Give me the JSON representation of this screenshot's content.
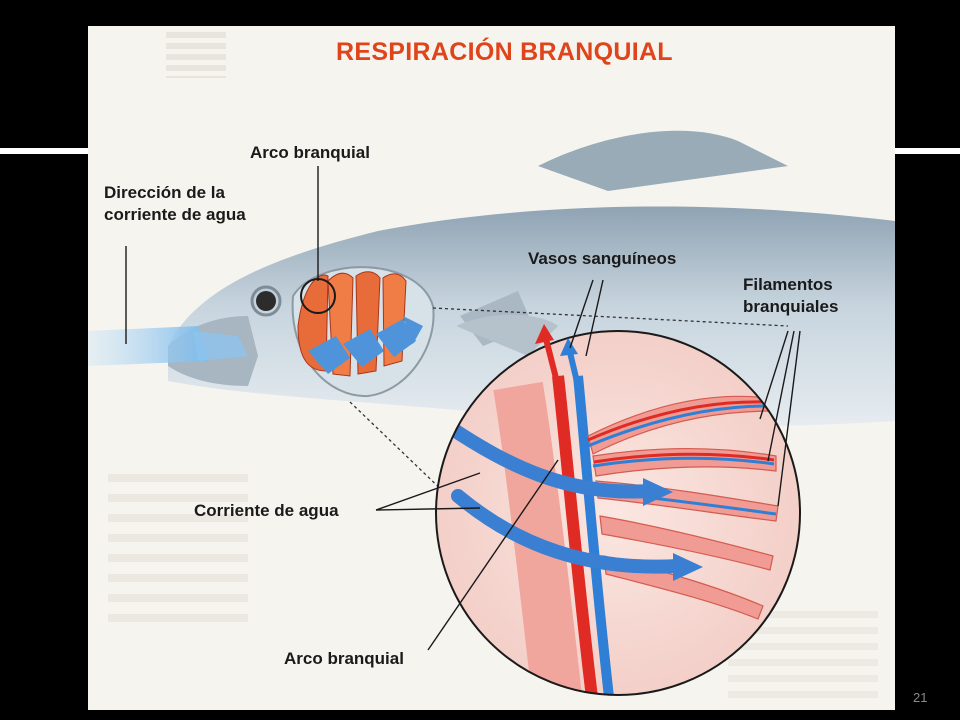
{
  "diagram": {
    "title": "RESPIRACIÓN BRANQUIAL",
    "labels": {
      "water_direction": [
        "Dirección de la",
        "corriente de agua"
      ],
      "gill_arch_top": "Arco branquial",
      "blood_vessels": "Vasos sanguíneos",
      "gill_filaments": [
        "Filamentos",
        "branquiales"
      ],
      "water_current": "Corriente de agua",
      "gill_arch_bottom": "Arco branquial"
    }
  },
  "slide": {
    "page_number": "21"
  },
  "colors": {
    "title": "#e0441a",
    "artery": "#e02b24",
    "vein": "#2f7fd6",
    "water": "#5aa6e6",
    "fish_body": "#b9c7d2",
    "tissue": "#f3a7a0"
  }
}
